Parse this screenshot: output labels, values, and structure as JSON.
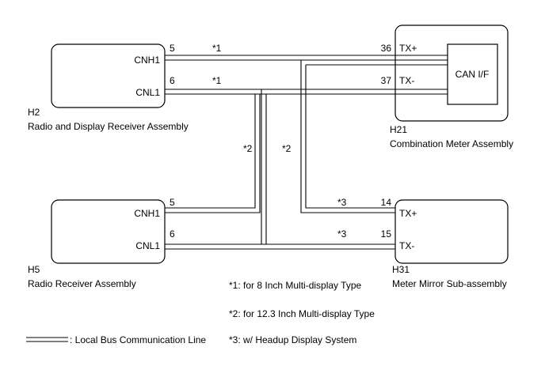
{
  "components": {
    "h2": {
      "code": "H2",
      "name": "Radio and Display Receiver Assembly",
      "pin_hi_label": "CNH1",
      "pin_lo_label": "CNL1",
      "pin_hi_no": "5",
      "pin_lo_no": "6"
    },
    "h21": {
      "code": "H21",
      "name": "Combination Meter Assembly",
      "pin_hi_label": "TX+",
      "pin_lo_label": "TX-",
      "pin_hi_no": "36",
      "pin_lo_no": "37",
      "inner_label": "CAN I/F"
    },
    "h5": {
      "code": "H5",
      "name": "Radio Receiver Assembly",
      "pin_hi_label": "CNH1",
      "pin_lo_label": "CNL1",
      "pin_hi_no": "5",
      "pin_lo_no": "6"
    },
    "h31": {
      "code": "H31",
      "name": "Meter Mirror Sub-assembly",
      "pin_hi_label": "TX+",
      "pin_lo_label": "TX-",
      "pin_hi_no": "14",
      "pin_lo_no": "15"
    }
  },
  "wire_marks": {
    "top_hi": "*1",
    "top_lo": "*1",
    "vert_left": "*2",
    "vert_right": "*2",
    "bottom_hi": "*3",
    "bottom_lo": "*3"
  },
  "notes": [
    "*1: for 8 Inch Multi-display Type",
    "*2: for 12.3 Inch Multi-display Type",
    "*3: w/ Headup Display System"
  ],
  "legend": {
    "label": ": Local Bus Communication Line"
  }
}
